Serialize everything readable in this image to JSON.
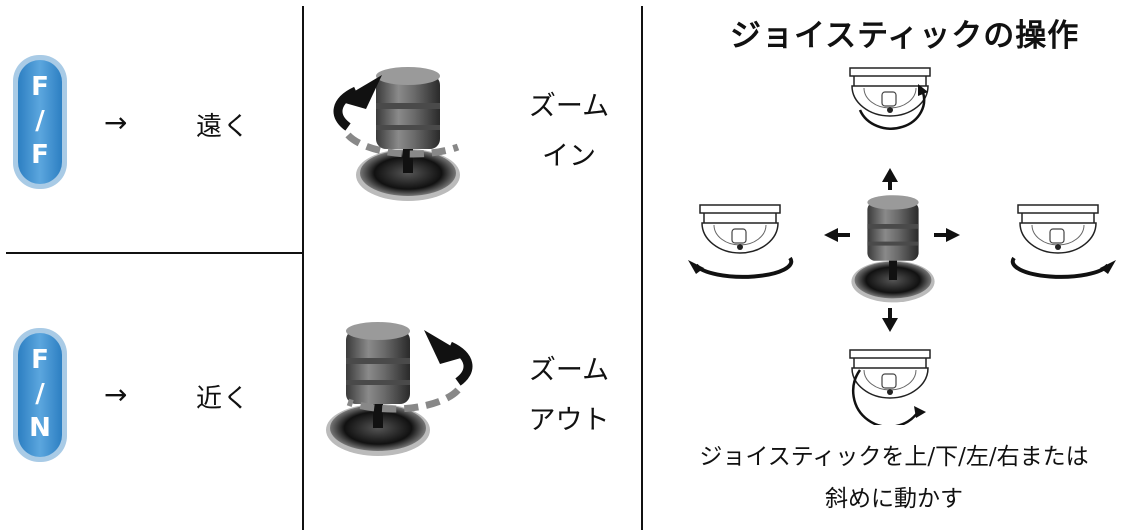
{
  "focus_far": {
    "button_letters": [
      "F",
      "/",
      "F"
    ],
    "arrow": "→",
    "label": "遠く"
  },
  "focus_near": {
    "button_letters": [
      "F",
      "/",
      "N"
    ],
    "arrow": "→",
    "label": "近く"
  },
  "zoom_in": {
    "line1": "ズーム",
    "line2": "イン"
  },
  "zoom_out": {
    "line1": "ズーム",
    "line2": "アウト"
  },
  "joystick_section": {
    "title": "ジョイスティックの操作",
    "caption_line1": "ジョイスティックを上/下/左/右または",
    "caption_line2": "斜めに動かす"
  },
  "colors": {
    "button_fill": "#3b8fd0",
    "button_border": "#9fc3e0",
    "line": "#111111"
  },
  "icons": [
    "focus-far-button-icon",
    "focus-near-button-icon",
    "joystick-icon",
    "dome-camera-icon",
    "rotate-arrow-icon"
  ]
}
